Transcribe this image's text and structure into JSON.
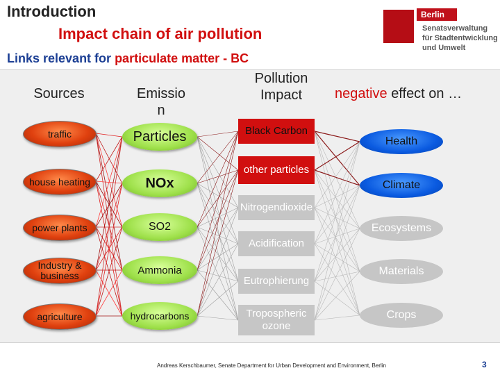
{
  "title_line1": "Introduction",
  "title_line2": "Impact chain of air pollution",
  "subtitle_part1": "Links relevant for",
  "subtitle_part2": "particulate matter - BC",
  "logo": {
    "city": "Berlin",
    "dept_line1": "Senatsverwaltung",
    "dept_line2": "für Stadtentwicklung",
    "dept_line3": "und Umwelt"
  },
  "headers": {
    "sources": "Sources",
    "emission_line1": "Emissio",
    "emission_line2": "n",
    "impact_line1": "Pollution",
    "impact_line2": "Impact",
    "negative_word": "negative",
    "negative_rest": "effect on …"
  },
  "sources": [
    "traffic",
    "house heating",
    "power plants",
    "Industry & business",
    "agriculture"
  ],
  "emissions": [
    "Particles",
    "NOx",
    "SO2",
    "Ammonia",
    "hydrocarbons"
  ],
  "impacts": [
    "Black Carbon",
    "other particles",
    "Nitrogendioxide",
    "Acidification",
    "Eutrophierung",
    "Tropospheric ozone"
  ],
  "effects": [
    "Health",
    "Climate",
    "Ecosystems",
    "Materials",
    "Crops"
  ],
  "colors": {
    "title_red": "#d10f0f",
    "title_blue": "#1c3f94",
    "source_orange": "#e0410f",
    "emission_green": "#9ee04a",
    "impact_red": "#d10f0f",
    "effect_blue": "#0a5ae0",
    "inactive_grey": "#c6c6c6"
  },
  "footer": "Andreas Kerschbaumer, Senate Department for Urban Development and Environment, Berlin",
  "page_number": "3"
}
